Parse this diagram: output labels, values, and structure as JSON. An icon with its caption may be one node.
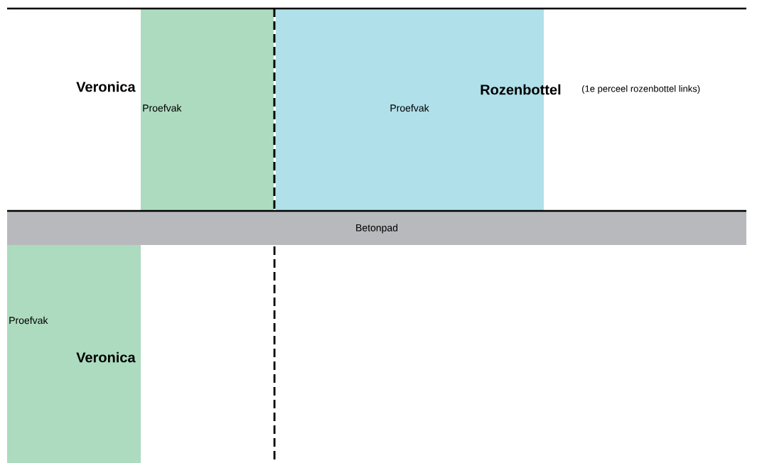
{
  "diagram": {
    "nodes": [
      {
        "text": [
          "Proefvak"
        ]
      },
      {
        "text": [
          "Proefvak"
        ]
      },
      {
        "text": [
          "Betonpad"
        ]
      },
      {
        "text": [
          "Proefvak"
        ]
      }
    ],
    "labels": [
      "Veronica",
      "Rozenbottel",
      "(1e perceel rozenbottel links)",
      "Veronica"
    ]
  }
}
